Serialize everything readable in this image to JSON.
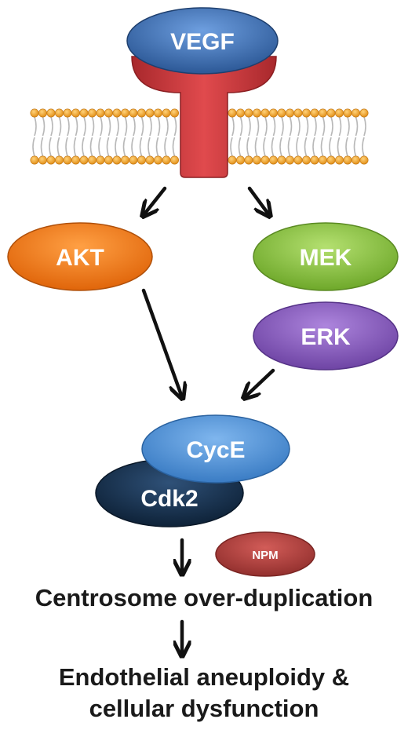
{
  "nodes": {
    "vegf": "VEGF",
    "akt": "AKT",
    "mek": "MEK",
    "erk": "ERK",
    "cyce": "CycE",
    "cdk2": "Cdk2",
    "npm": "NPM"
  },
  "outcomes": {
    "centrosome": "Centrosome over-duplication",
    "aneuploidy_line1": "Endothelial aneuploidy &",
    "aneuploidy_line2": "cellular dysfunction"
  },
  "colors": {
    "vegf": "#3d6fb0",
    "receptor": "#cf3d40",
    "membrane_head": "#f0a030",
    "akt": "#f07a1a",
    "mek": "#8cc63f",
    "erk": "#8a5bc0",
    "cyce": "#4a90d9",
    "cdk2": "#17304d",
    "npm": "#b03a38"
  }
}
